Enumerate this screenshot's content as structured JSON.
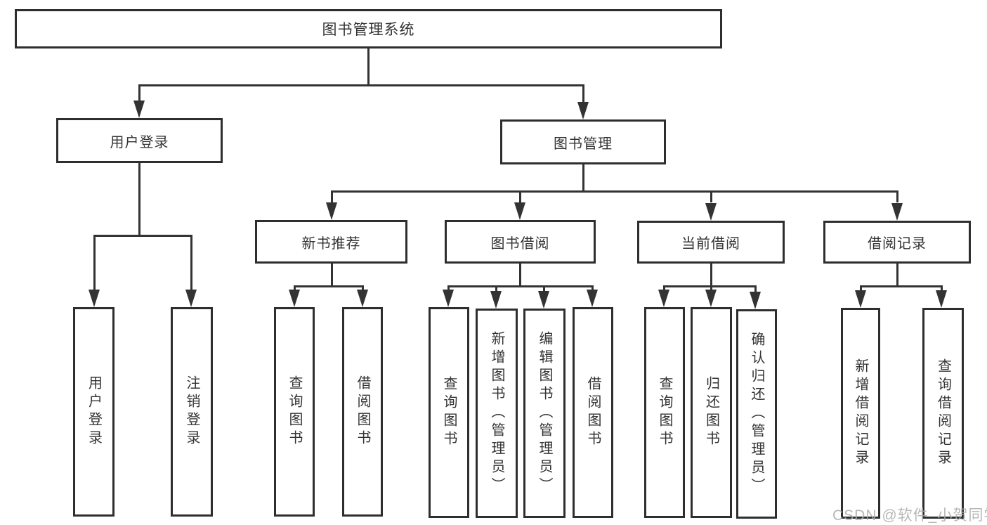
{
  "diagram_title": "图书管理系统",
  "nodes": {
    "root": {
      "label": "图书管理系统"
    },
    "user_login": {
      "label": "用户登录"
    },
    "book_mgmt": {
      "label": "图书管理"
    },
    "new_book_rec": {
      "label": "新书推荐"
    },
    "book_borrow": {
      "label": "图书借阅"
    },
    "current_borrow": {
      "label": "当前借阅"
    },
    "borrow_records": {
      "label": "借阅记录"
    },
    "leaf_user_login": {
      "label": "用户登录"
    },
    "leaf_logout": {
      "label": "注销登录"
    },
    "leaf_query_book_1": {
      "label": "查询图书"
    },
    "leaf_borrow_book_1": {
      "label": "借阅图书"
    },
    "leaf_query_book_2": {
      "label": "查询图书"
    },
    "leaf_add_book": {
      "label": "新增图书（管理员）"
    },
    "leaf_edit_book": {
      "label": "编辑图书（管理员）"
    },
    "leaf_borrow_book_2": {
      "label": "借阅图书"
    },
    "leaf_query_book_3": {
      "label": "查询图书"
    },
    "leaf_return_book": {
      "label": "归还图书"
    },
    "leaf_confirm_return": {
      "label": "确认归还（管理员）"
    },
    "leaf_add_record": {
      "label": "新增借阅记录"
    },
    "leaf_query_record": {
      "label": "查询借阅记录"
    }
  },
  "hierarchy": {
    "图书管理系统": {
      "用户登录": [
        "用户登录",
        "注销登录"
      ],
      "图书管理": {
        "新书推荐": [
          "查询图书",
          "借阅图书"
        ],
        "图书借阅": [
          "查询图书",
          "新增图书（管理员）",
          "编辑图书（管理员）",
          "借阅图书"
        ],
        "当前借阅": [
          "查询图书",
          "归还图书",
          "确认归还（管理员）"
        ],
        "借阅记录": [
          "新增借阅记录",
          "查询借阅记录"
        ]
      }
    }
  },
  "watermark": {
    "text": "CSDN @软件_小贺同学"
  },
  "colors": {
    "line": "#333333",
    "box_border": "#2e2e2e",
    "box_fill": "#ffffff",
    "text": "#333333",
    "watermark": "#ababab",
    "background": "#ffffff"
  }
}
